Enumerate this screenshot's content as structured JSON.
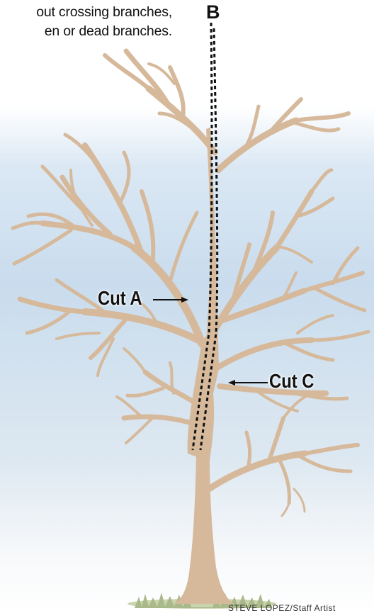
{
  "caption": {
    "line1": "out crossing branches,",
    "line2": "en or dead branches."
  },
  "labels": {
    "b": "B",
    "a": "Cut A",
    "c": "Cut C"
  },
  "credit": "STEVE LOPEZ/Staff Artist",
  "colors": {
    "branch": "#d6b99b",
    "cut_line": "#111111",
    "grass": "#b9c79a"
  }
}
